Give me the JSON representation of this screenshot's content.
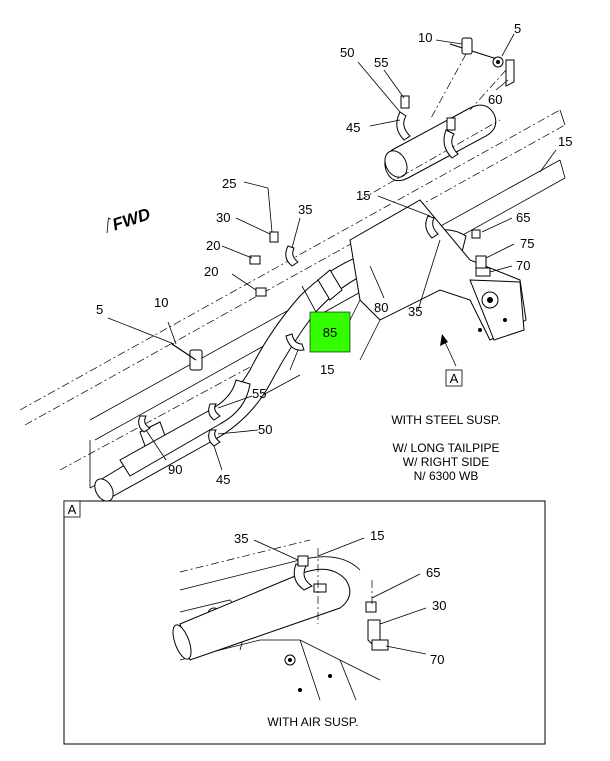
{
  "fwd_label": "FWD",
  "callouts_main": {
    "c10_top": "10",
    "c5_top": "5",
    "c50_top": "50",
    "c55_top": "55",
    "c60": "60",
    "c45_top": "45",
    "c15_right": "15",
    "c25": "25",
    "c30": "30",
    "c35_left": "35",
    "c15_mid": "15",
    "c65": "65",
    "c20_a": "20",
    "c20_b": "20",
    "c75": "75",
    "c70": "70",
    "c80": "80",
    "c35_mid": "35",
    "c5_left": "5",
    "c10_left": "10",
    "c85": "85",
    "c15_bottom": "15",
    "c55_bottom": "55",
    "c50_bottom": "50",
    "c90": "90",
    "c45_bottom": "45"
  },
  "view_ref_label": "A",
  "notes": {
    "steel": "WITH STEEL SUSP.",
    "tailpipe_1": "W/ LONG TAILPIPE",
    "tailpipe_2": "W/ RIGHT SIDE",
    "tailpipe_3": "N/ 6300 WB"
  },
  "detail_a": {
    "label": "A",
    "c35": "35",
    "c15": "15",
    "c65": "65",
    "c30": "30",
    "c70": "70",
    "caption": "WITH AIR SUSP."
  },
  "highlight_color": "#33ff00"
}
